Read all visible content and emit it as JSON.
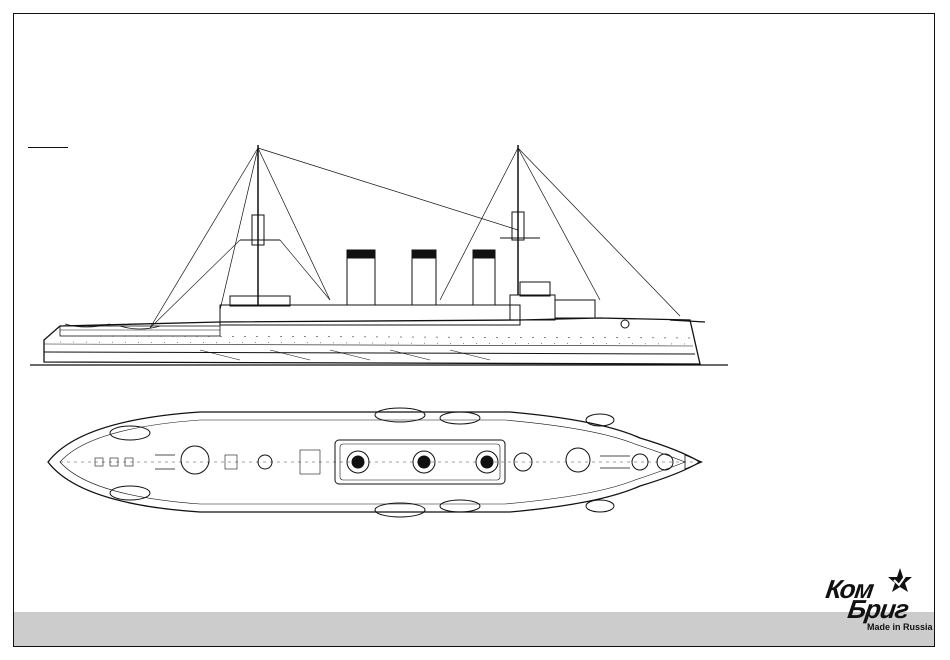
{
  "drawing": {
    "views": [
      "side-profile",
      "top-plan"
    ],
    "line_color": "#111111",
    "band_color": "#cccccc"
  },
  "logo": {
    "line1": "Ком",
    "line2": "Бриг",
    "tagline": "Made in Russia",
    "emblem": "star-check-icon"
  }
}
